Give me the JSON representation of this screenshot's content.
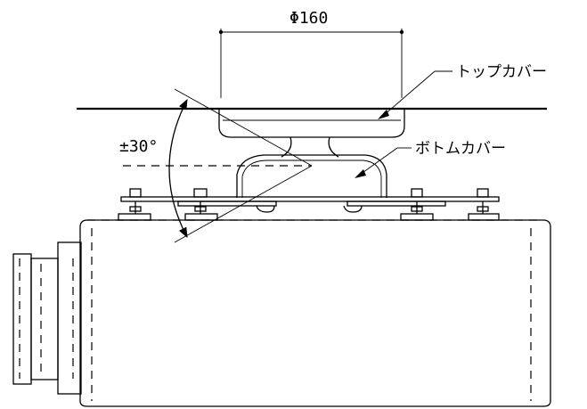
{
  "labels": {
    "diameter": "Φ160",
    "angle": "±30°",
    "top_cover": "トップカバー",
    "bottom_cover": "ボトムカバー"
  },
  "colors": {
    "line": "#000000",
    "background": "#ffffff"
  }
}
